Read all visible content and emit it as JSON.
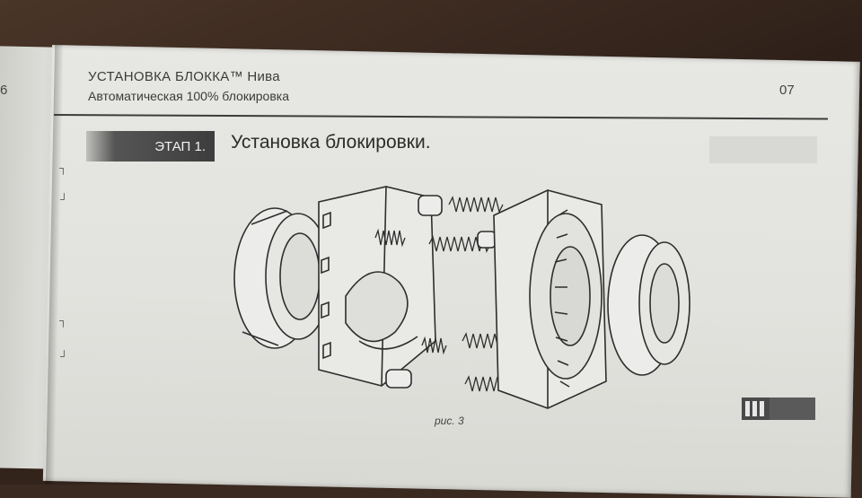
{
  "left_page": {
    "page_number": "6"
  },
  "header": {
    "title": "УСТАНОВКА БЛОККА™ Нива",
    "subtitle": "Автоматическая 100% блокировка",
    "page_number": "07"
  },
  "stage": {
    "badge": "ЭТАП 1.",
    "title": "Установка блокировки."
  },
  "figure": {
    "caption": "рис. 3",
    "progress_filled": 3,
    "icon": "exploded-differential-lock-drawing"
  },
  "colors": {
    "paper": "#e4e4e0",
    "ink": "#2c2c2c",
    "badge": "#3d3d3d"
  }
}
